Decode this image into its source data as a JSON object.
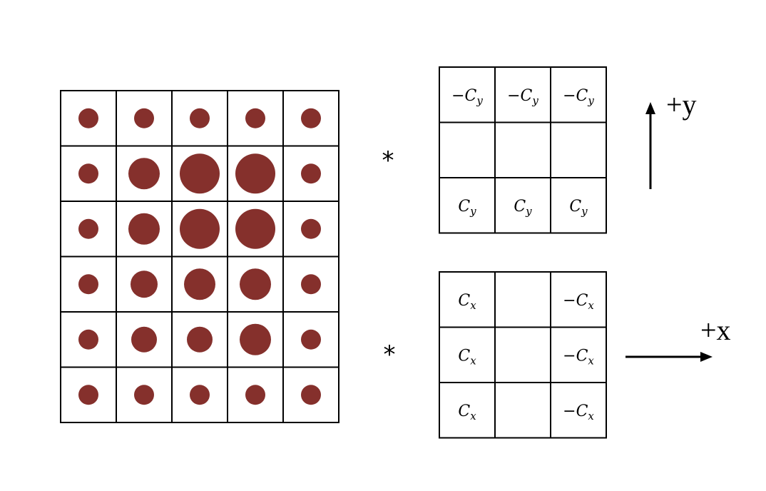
{
  "colors": {
    "dot": "#85302c",
    "grid": "#000000",
    "background": "#ffffff"
  },
  "image_grid": {
    "rows": 6,
    "cols": 5,
    "dot_radius_levels": [
      [
        14,
        14,
        14,
        14,
        14
      ],
      [
        14,
        22,
        28,
        28,
        14
      ],
      [
        14,
        22,
        28,
        28,
        14
      ],
      [
        14,
        19,
        22,
        22,
        14
      ],
      [
        14,
        18,
        18,
        22,
        14
      ],
      [
        14,
        14,
        14,
        14,
        14
      ]
    ]
  },
  "operators": {
    "top": "*",
    "bottom": "*"
  },
  "kernel_y": {
    "cells": [
      [
        {
          "sign": "−",
          "base": "C",
          "sub": "y"
        },
        {
          "sign": "−",
          "base": "C",
          "sub": "y"
        },
        {
          "sign": "−",
          "base": "C",
          "sub": "y"
        }
      ],
      [
        null,
        null,
        null
      ],
      [
        {
          "sign": "",
          "base": "C",
          "sub": "y"
        },
        {
          "sign": "",
          "base": "C",
          "sub": "y"
        },
        {
          "sign": "",
          "base": "C",
          "sub": "y"
        }
      ]
    ]
  },
  "kernel_x": {
    "cells": [
      [
        {
          "sign": "",
          "base": "C",
          "sub": "x"
        },
        null,
        {
          "sign": "−",
          "base": "C",
          "sub": "x"
        }
      ],
      [
        {
          "sign": "",
          "base": "C",
          "sub": "x"
        },
        null,
        {
          "sign": "−",
          "base": "C",
          "sub": "x"
        }
      ],
      [
        {
          "sign": "",
          "base": "C",
          "sub": "x"
        },
        null,
        {
          "sign": "−",
          "base": "C",
          "sub": "x"
        }
      ]
    ]
  },
  "axes": {
    "y_label": "+y",
    "x_label": "+x"
  }
}
